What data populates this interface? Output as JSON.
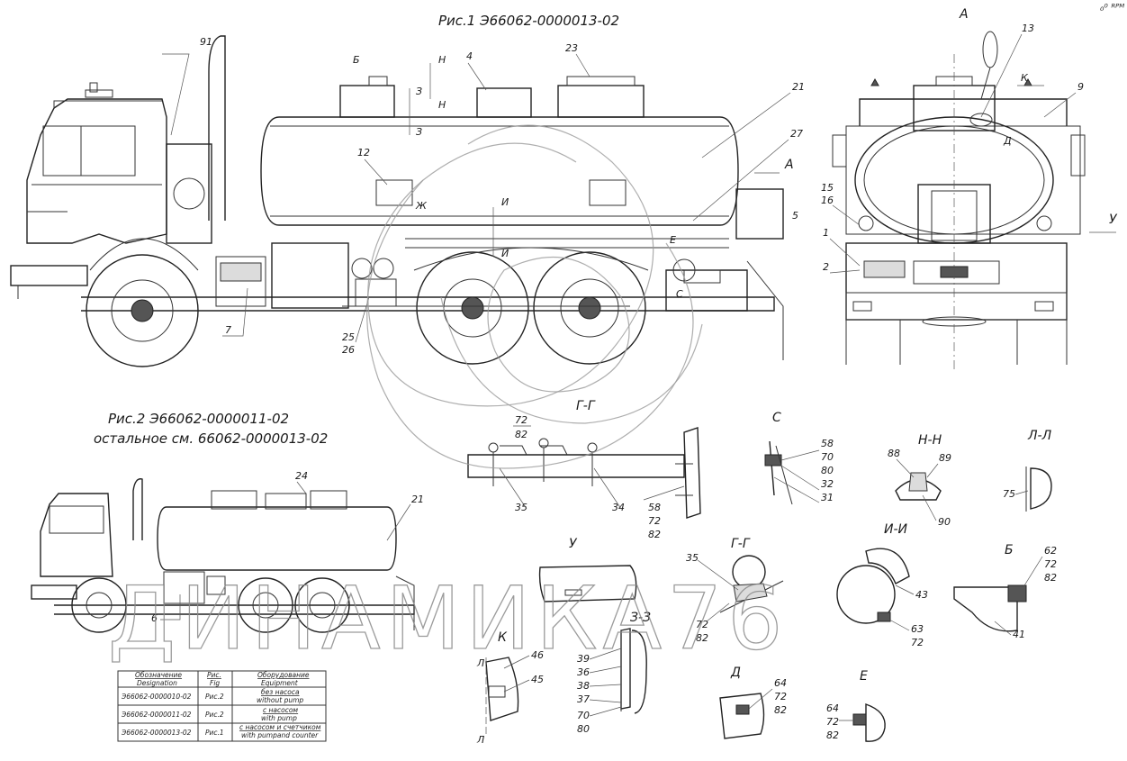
{
  "titles": {
    "fig1": "Рис.1 Э66062-0000013-02",
    "fig2_line1": "Рис.2   Э66062-0000011-02",
    "fig2_line2": "остальное см. 66062-0000013-02",
    "corner": "₀⁰ ᴿᴾᴹ"
  },
  "sections": {
    "a": "А",
    "gg": "Г-Г",
    "s": "С",
    "nn": "Н-Н",
    "ll": "Л-Л",
    "u": "У",
    "gg2": "Г-Г",
    "ii": "И-И",
    "b": "Б",
    "k": "К",
    "zz": "З-З",
    "d": "Д",
    "e": "Е"
  },
  "fig1_labels": {
    "n91": "91",
    "b": "Б",
    "h1": "Н",
    "h2": "Н",
    "z1": "З",
    "z2": "З",
    "n4": "4",
    "n23": "23",
    "n21": "21",
    "n27": "27",
    "a_arrow": "А",
    "n12": "12",
    "zh": "Ж",
    "i1": "И",
    "i2": "И",
    "n5": "5",
    "n7": "7",
    "n25": "25",
    "n26": "26",
    "c": "С",
    "e": "Е"
  },
  "view_a_labels": {
    "n13": "13",
    "k": "К",
    "n9": "9",
    "d": "Д",
    "n15": "15",
    "n16": "16",
    "n1": "1",
    "n2": "2",
    "u": "У"
  },
  "gg_labels": {
    "n72": "72",
    "n82": "82",
    "n35": "35",
    "n34": "34",
    "n58": "58",
    "n72b": "72",
    "n82b": "82"
  },
  "s_labels": {
    "n58": "58",
    "n70": "70",
    "n80": "80",
    "n32": "32",
    "n31": "31"
  },
  "nn_labels": {
    "n88": "88",
    "n89": "89",
    "n90": "90"
  },
  "ll_labels": {
    "n75": "75"
  },
  "fig2_labels": {
    "n24": "24",
    "n21": "21",
    "n6": "6"
  },
  "gg2_labels": {
    "n35": "35",
    "n72": "72",
    "n82": "82"
  },
  "ii_labels": {
    "n43": "43",
    "n63": "63",
    "n72": "72"
  },
  "b_labels": {
    "n62": "62",
    "n72": "72",
    "n82": "82",
    "n41": "41"
  },
  "k_labels": {
    "l1": "Л",
    "l2": "Л",
    "n46": "46",
    "n45": "45"
  },
  "zz_labels": {
    "n39": "39",
    "n36": "36",
    "n38": "38",
    "n37": "37",
    "n70": "70",
    "n80": "80"
  },
  "d_labels": {
    "n64": "64",
    "n72": "72",
    "n82": "82"
  },
  "e_labels": {
    "n64": "64",
    "n72": "72",
    "n82": "82"
  },
  "watermark": "ДИНАМИКА76",
  "table": {
    "headers": [
      [
        "Обозначение",
        "Designation"
      ],
      [
        "Рис.",
        "Fig"
      ],
      [
        "Оборудование",
        "Equipment"
      ]
    ],
    "rows": [
      {
        "designation": "Э66062-0000010-02",
        "fig": "Рис.2",
        "equip_ru": "без насоса",
        "equip_en": "without pump"
      },
      {
        "designation": "Э66062-0000011-02",
        "fig": "Рис.2",
        "equip_ru": "с насосом",
        "equip_en": "with pump"
      },
      {
        "designation": "Э66062-0000013-02",
        "fig": "Рис.1",
        "equip_ru": "с насосом и счетчиком",
        "equip_en": "with pumpand counter"
      }
    ]
  }
}
